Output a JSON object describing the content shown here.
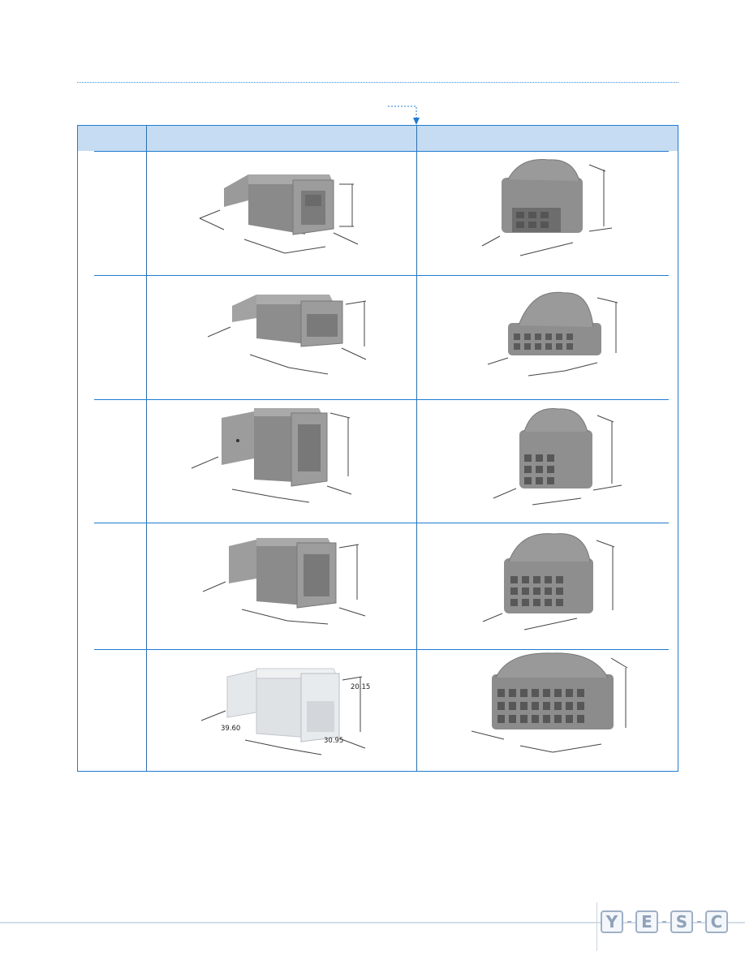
{
  "logo": {
    "letters": [
      "Y",
      "E",
      "S",
      "C"
    ],
    "color": "#8fa2b8"
  },
  "colors": {
    "accent": "#1e7bd0",
    "header_fill": "#c6dcf2",
    "housing_gray": "#8e8e8e",
    "housing_white": "#e9ecef"
  },
  "rows": [
    {
      "male": {
        "dims": [
          "",
          "",
          ""
        ]
      },
      "female": {
        "dims": [
          "",
          "",
          ""
        ]
      }
    },
    {
      "male": {
        "dims": [
          "",
          "",
          ""
        ]
      },
      "female": {
        "dims": [
          "",
          "",
          ""
        ]
      }
    },
    {
      "male": {
        "dims": [
          "",
          "",
          ""
        ]
      },
      "female": {
        "dims": [
          "",
          "",
          ""
        ]
      }
    },
    {
      "male": {
        "dims": [
          "",
          "",
          ""
        ]
      },
      "female": {
        "dims": [
          "",
          "",
          ""
        ]
      }
    },
    {
      "male": {
        "dims": [
          "20.15",
          "39.60",
          "30.95"
        ]
      },
      "female": {
        "dims": [
          "",
          "",
          ""
        ]
      }
    }
  ]
}
